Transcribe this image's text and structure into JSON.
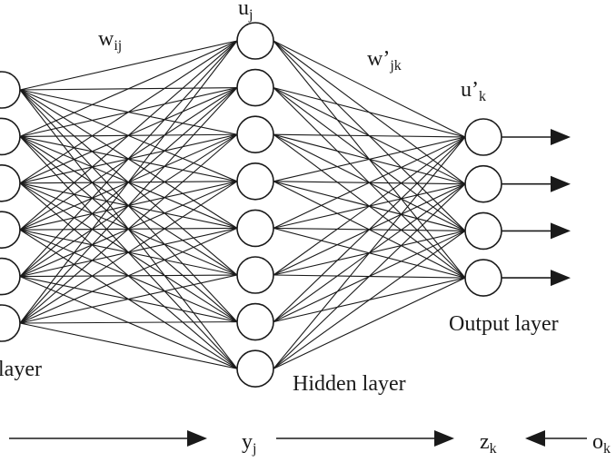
{
  "labels": {
    "weight_ij": {
      "main": "w",
      "sub": "ij"
    },
    "hidden_node": {
      "main": "u",
      "sub": "j"
    },
    "weight_jk": {
      "main": "w’",
      "sub": "jk"
    },
    "output_node": {
      "main": "u’",
      "sub": "k"
    },
    "input_layer": "layer",
    "hidden_layer": "Hidden layer",
    "output_layer": "Output layer",
    "y_out": {
      "main": "y",
      "sub": "j"
    },
    "z_out": {
      "main": "z",
      "sub": "k"
    },
    "o_target": {
      "main": "o",
      "sub": "k"
    }
  },
  "layers": {
    "input_count": 6,
    "hidden_count": 8,
    "output_count": 4
  }
}
